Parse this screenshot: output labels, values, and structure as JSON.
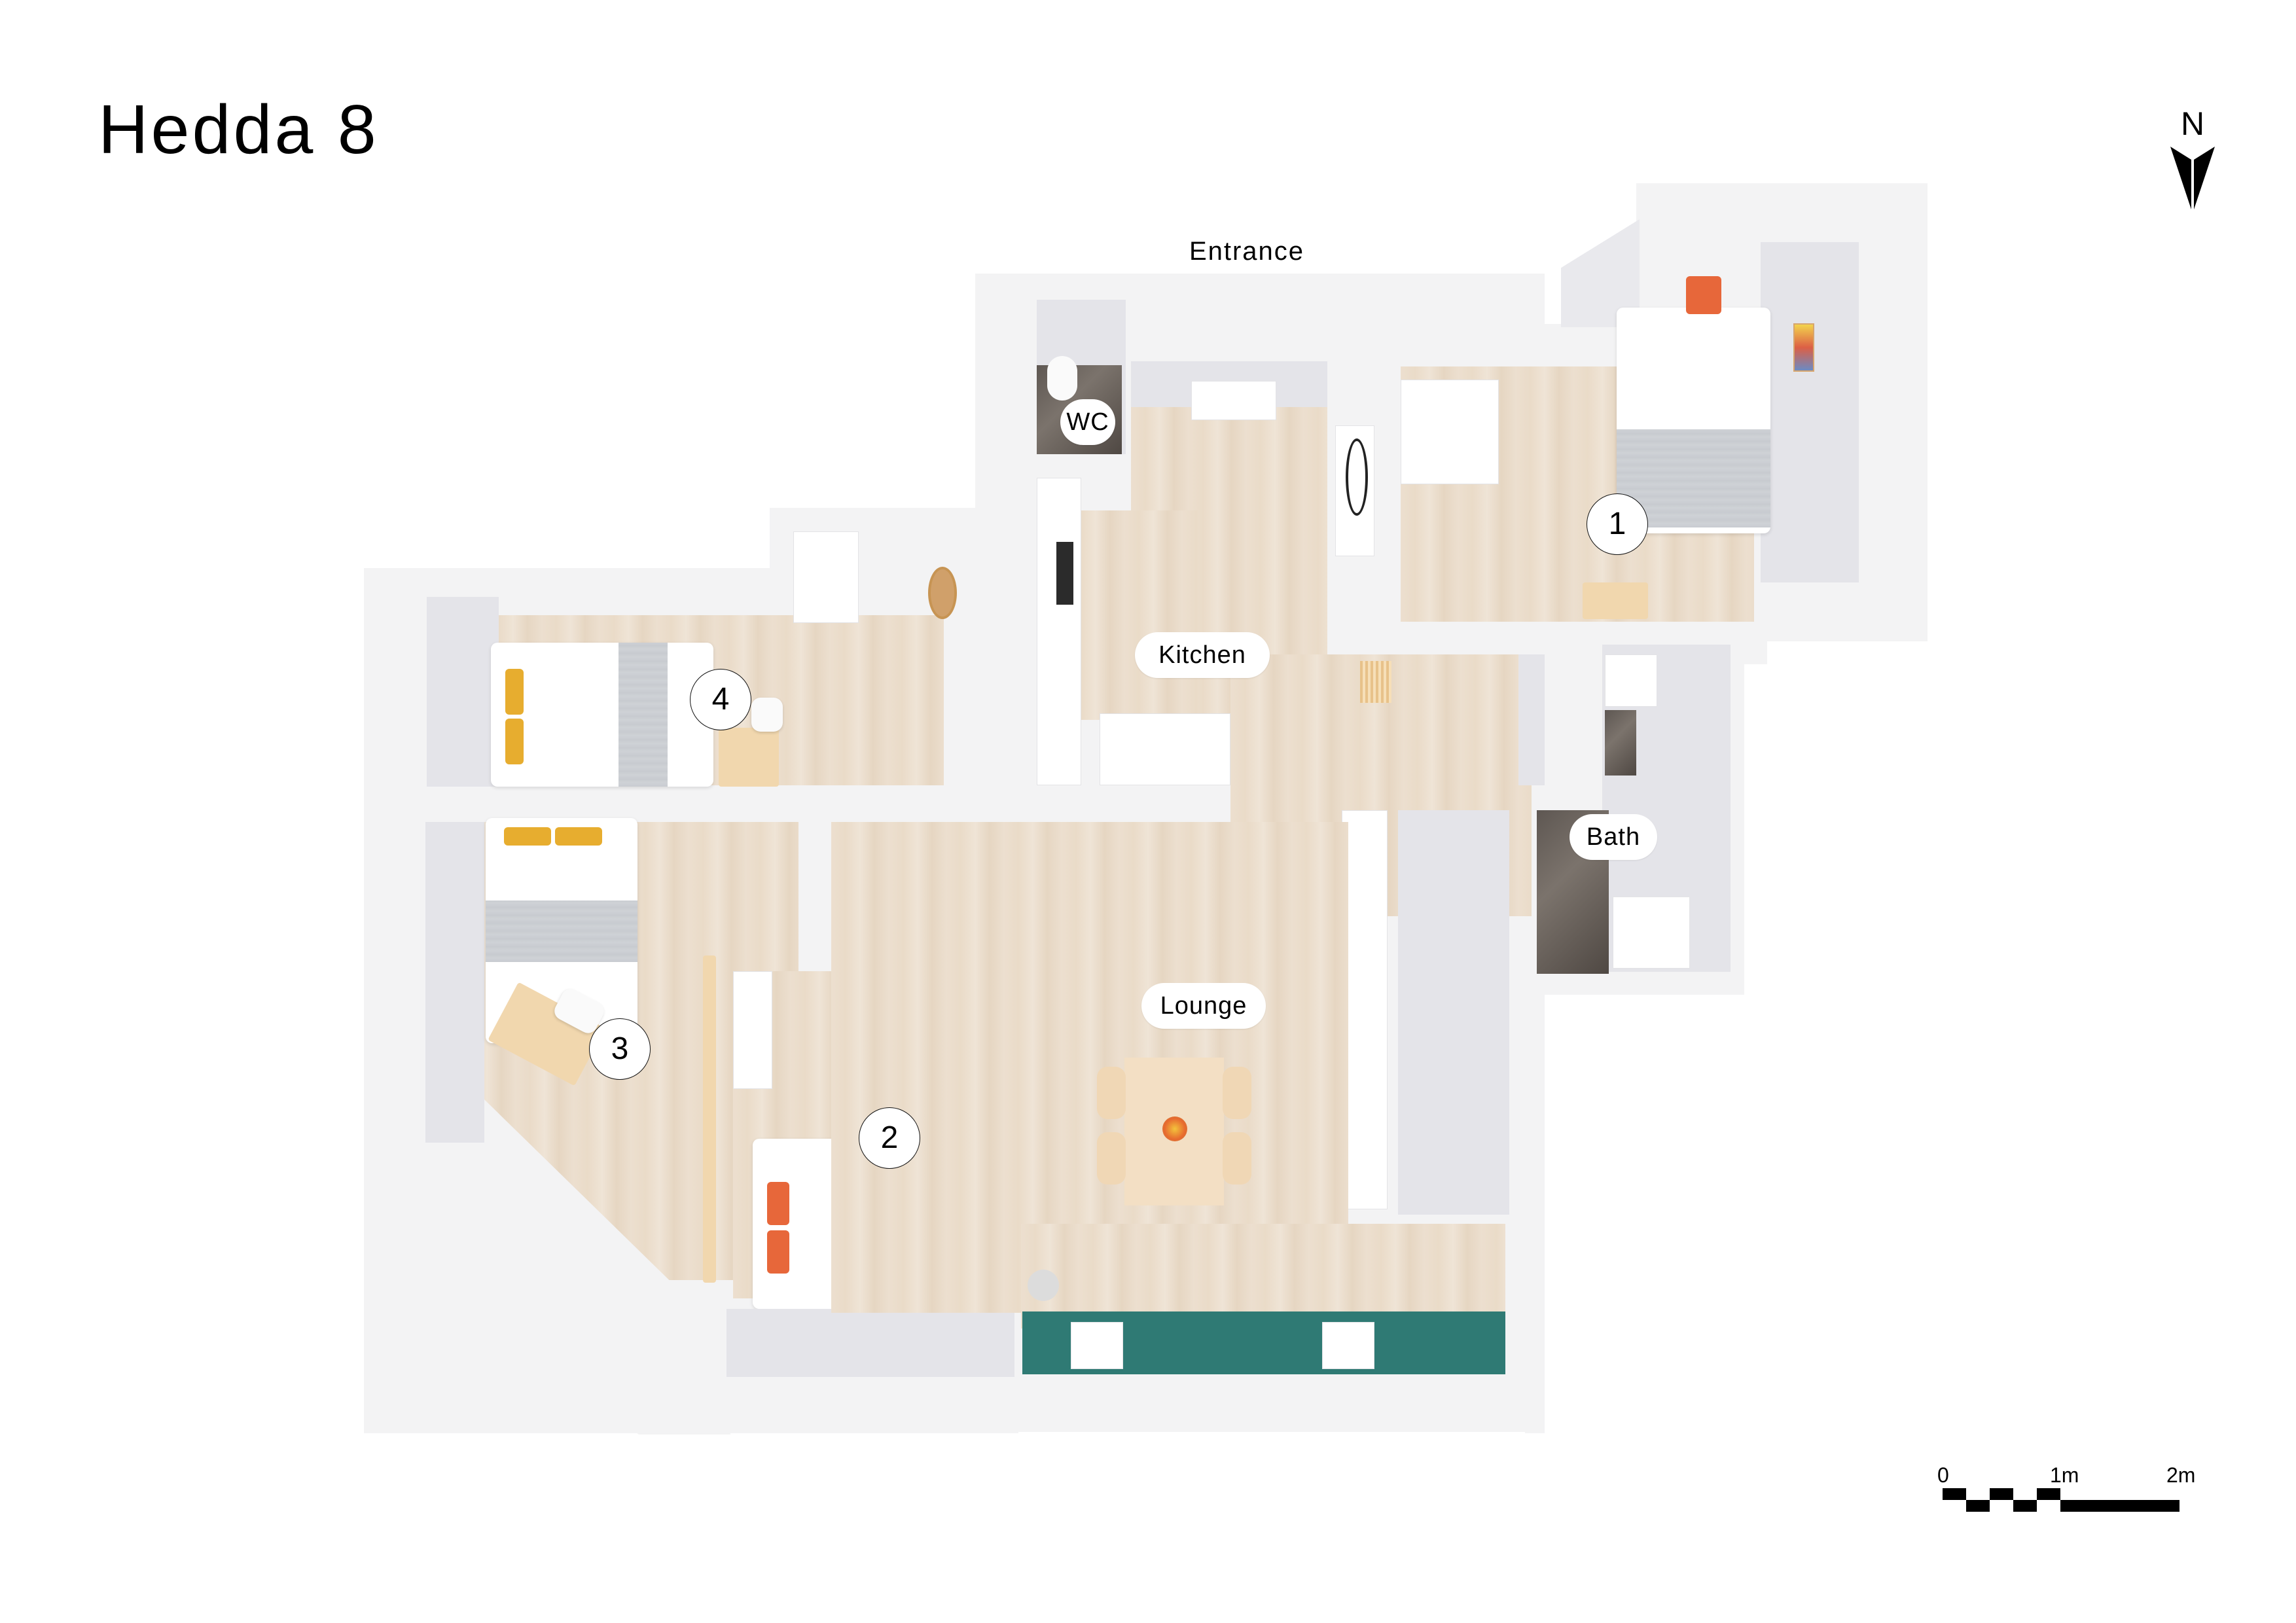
{
  "title": "Hedda 8",
  "compass": {
    "label": "N",
    "icon": "north-arrow-icon"
  },
  "entrance": {
    "label": "Entrance",
    "icon": "down-triangle-icon"
  },
  "rooms": {
    "wc": {
      "label": "WC"
    },
    "kitchen": {
      "label": "Kitchen"
    },
    "bath": {
      "label": "Bath"
    },
    "lounge": {
      "label": "Lounge"
    },
    "bedroom1": {
      "number": "1"
    },
    "bedroom2": {
      "number": "2"
    },
    "bedroom3": {
      "number": "3"
    },
    "bedroom4": {
      "number": "4"
    }
  },
  "scale_bar": {
    "labels": [
      "0",
      "1m",
      "2m"
    ]
  },
  "colors": {
    "wall": "#f3f3f4",
    "floor_wood": "#ecdfcf",
    "tile_dark": "#5e5752",
    "balcony_teal": "#2f7a74",
    "pillow_yellow": "#e7ad2f",
    "pillow_orange": "#e7673a",
    "blanket_grey": "#c9ccd1"
  }
}
